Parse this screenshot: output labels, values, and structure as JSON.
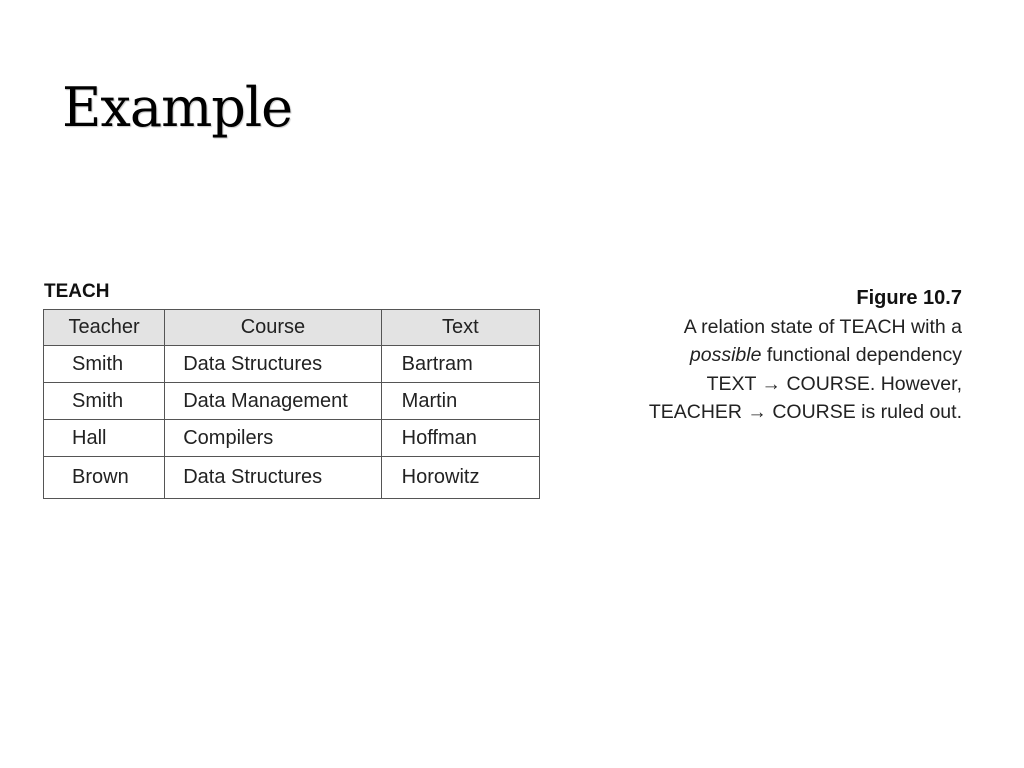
{
  "slide": {
    "title": "Example"
  },
  "relation": {
    "name": "TEACH",
    "columns": [
      "Teacher",
      "Course",
      "Text"
    ],
    "rows": [
      [
        "Smith",
        "Data Structures",
        "Bartram"
      ],
      [
        "Smith",
        "Data Management",
        "Martin"
      ],
      [
        "Hall",
        "Compilers",
        "Hoffman"
      ],
      [
        "Brown",
        "Data Structures",
        "Horowitz"
      ]
    ]
  },
  "caption": {
    "figure_label": "Figure 10.7",
    "line1": "A relation state of TEACH with a",
    "line2_em": "possible",
    "line2_rest": " functional dependency",
    "line3": "TEXT → COURSE. However,",
    "line4": "TEACHER → COURSE is ruled out."
  }
}
